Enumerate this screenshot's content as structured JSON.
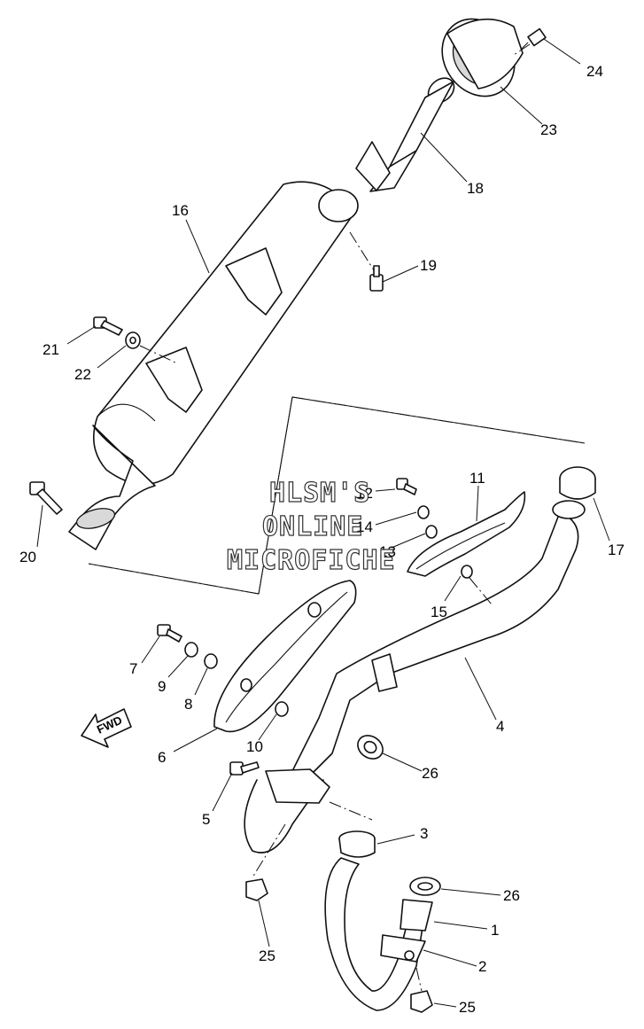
{
  "diagram": {
    "watermark": {
      "line1": "HLSM'S",
      "line2": "ONLINE",
      "line3": "MICROFICHE"
    },
    "fwd_label": "FWD",
    "callouts": [
      {
        "id": "c24",
        "label": "24"
      },
      {
        "id": "c23",
        "label": "23"
      },
      {
        "id": "c18",
        "label": "18"
      },
      {
        "id": "c16",
        "label": "16"
      },
      {
        "id": "c19",
        "label": "19"
      },
      {
        "id": "c21",
        "label": "21"
      },
      {
        "id": "c22",
        "label": "22"
      },
      {
        "id": "c20",
        "label": "20"
      },
      {
        "id": "c17",
        "label": "17"
      },
      {
        "id": "c11",
        "label": "11"
      },
      {
        "id": "c12",
        "label": "12"
      },
      {
        "id": "c14",
        "label": "14"
      },
      {
        "id": "c13",
        "label": "13"
      },
      {
        "id": "c15",
        "label": "15"
      },
      {
        "id": "c7",
        "label": "7"
      },
      {
        "id": "c9",
        "label": "9"
      },
      {
        "id": "c8",
        "label": "8"
      },
      {
        "id": "c6",
        "label": "6"
      },
      {
        "id": "c10",
        "label": "10"
      },
      {
        "id": "c4",
        "label": "4"
      },
      {
        "id": "c26a",
        "label": "26"
      },
      {
        "id": "c5",
        "label": "5"
      },
      {
        "id": "c3",
        "label": "3"
      },
      {
        "id": "c26b",
        "label": "26"
      },
      {
        "id": "c1",
        "label": "1"
      },
      {
        "id": "c2",
        "label": "2"
      },
      {
        "id": "c25a",
        "label": "25"
      },
      {
        "id": "c25b",
        "label": "25"
      }
    ]
  }
}
